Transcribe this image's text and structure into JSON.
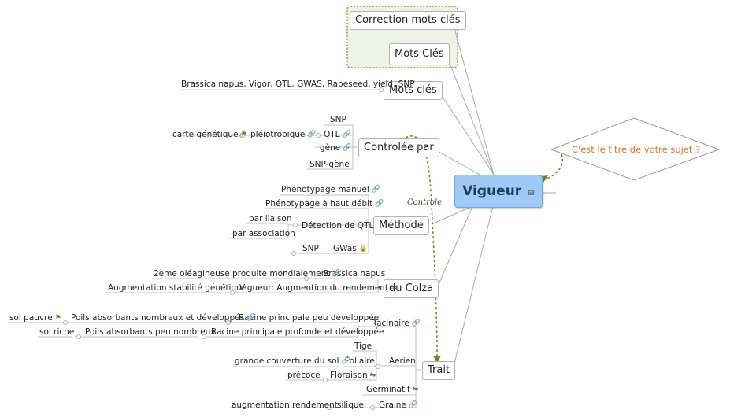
{
  "central": {
    "title": "Vigueur"
  },
  "callout": {
    "text": "C'est le titre de votre sujet ?",
    "color": "#e07b2a"
  },
  "relationship": {
    "label": "Controle"
  },
  "boundary": {
    "items": [
      "Correction mots clés",
      "Mots Clés"
    ]
  },
  "mots_cles": {
    "label": "Mots clés",
    "value": "Brassica napus, Vigor, QTL, GWAS, Rapeseed, yield, SNP"
  },
  "controlee": {
    "label": "Controlée par",
    "snp": "SNP",
    "qtl": "QTL",
    "pleio": "pléiotropique",
    "carte": "carte génétique",
    "gene": "gène",
    "snp_gene": "SNP-gène"
  },
  "methode": {
    "label": "Méthode",
    "pheno_manuel": "Phénotypage manuel",
    "pheno_haut": "Phénotypage à haut débit",
    "detection": "Détection de QTL",
    "par_liaison": "par liaison",
    "par_association": "par association",
    "gwas": "GWas",
    "snp": "SNP"
  },
  "colza": {
    "label": "du Colza",
    "brassica": "Brassica napus",
    "oleagineuse": "2ème oléagineuse produite mondialement",
    "vigueur_aug": "Vigueur: Augmention du rendement",
    "stabilite": "Augmentation stabilité génétique"
  },
  "trait": {
    "label": "Trait",
    "racinaire": "Racinaire",
    "rac_peu_dev": "Racine principale peu développée",
    "poils_nomb": "Poils absorbants nombreux et développés",
    "sol_pauvre": "sol pauvre",
    "rac_profonde": "Racine principale profonde et développée",
    "poils_peu": "Poils absorbants peu nombreux",
    "sol_riche": "sol riche",
    "aerien": "Aerien",
    "tige": "Tige",
    "foliaire": "Foliaire",
    "grande_couv": "grande couverture du sol",
    "floraison": "Floraison",
    "precoce": "précoce",
    "germinatif": "Germinatif",
    "graine": "Graine",
    "silique": "silique",
    "aug_rend": "augmentation rendement"
  },
  "icons": {
    "link": "link-icon",
    "flag": "flag-icon",
    "lock": "lock-icon",
    "note": "note-icon",
    "scale": "scale-icon"
  }
}
